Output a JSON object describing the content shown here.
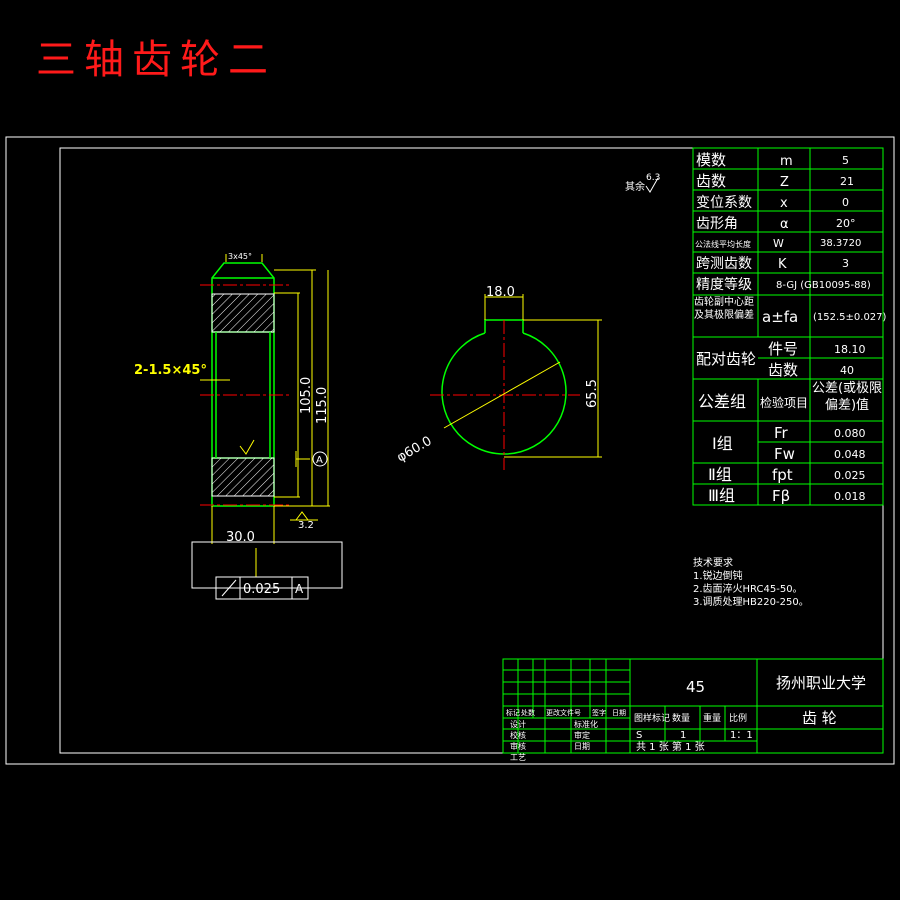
{
  "title": "三轴齿轮二",
  "roughness": {
    "label": "其余",
    "value": "6.3"
  },
  "param_table": [
    {
      "name": "模数",
      "symbol": "m",
      "value": "5"
    },
    {
      "name": "齿数",
      "symbol": "Z",
      "value": "21"
    },
    {
      "name": "变位系数",
      "symbol": "x",
      "value": "0"
    },
    {
      "name": "齿形角",
      "symbol": "α",
      "value": "20°"
    },
    {
      "name": "公法线平均长度",
      "symbol": "W",
      "value": "38.3720"
    },
    {
      "name": "跨测齿数",
      "symbol": "K",
      "value": "3"
    },
    {
      "name": "精度等级",
      "symbol": "",
      "value": "8-GJ (GB10095-88)"
    },
    {
      "name": "齿轮副中心距及其极限偏差",
      "symbol": "a±fa",
      "value": "(152.5±0.027)"
    }
  ],
  "mating": {
    "label": "配对齿轮",
    "part_no_label": "件号",
    "part_no": "18.10",
    "teeth_label": "齿数",
    "teeth": "40"
  },
  "tolerance_header": {
    "group": "公差组",
    "item": "检验项目",
    "value": "公差(或极限偏差)值"
  },
  "tolerance_rows": [
    {
      "group": "Ⅰ组",
      "item": "Fr",
      "value": "0.080"
    },
    {
      "group": "",
      "item": "Fw",
      "value": "0.048"
    },
    {
      "group": "Ⅱ组",
      "item": "fpt",
      "value": "0.025"
    },
    {
      "group": "Ⅲ组",
      "item": "Fβ",
      "value": "0.018"
    }
  ],
  "dimensions": {
    "chamfer_top": "3x45°",
    "chamfer_side": "2-1.5×45°",
    "bore": "105.0",
    "outer": "115.0",
    "width": "30.0",
    "datum": "A",
    "tolerance": "0.025",
    "tolerance_datum": "A",
    "rough_face": "3.2",
    "key_width": "18.0",
    "key_depth": "65.5",
    "diameter": "φ60.0"
  },
  "tech_req": {
    "heading": "技术要求",
    "items": [
      "1.锐边倒钝",
      "2.齿面淬火HRC45-50。",
      "3.调质处理HB220-250。"
    ]
  },
  "title_block": {
    "material": "45",
    "school": "扬州职业大学",
    "part_name": "齿 轮",
    "header_cells": [
      "标记",
      "处数",
      "更改文件号",
      "签字",
      "日期"
    ],
    "left_roles": [
      "设计",
      "校核",
      "审核",
      "工艺"
    ],
    "mid_labels": [
      "标准化",
      "审定",
      "日期"
    ],
    "stage_headers": [
      "图样标记",
      "数量",
      "重量",
      "比例"
    ],
    "stage_value": "S",
    "quantity": "1",
    "scale": "1：1",
    "sheets_label": "共 1 张 第 1 张"
  },
  "colors": {
    "frame": "#ffffff",
    "gear": "#00ff00",
    "dimension": "#ffff00",
    "center": "#ff0000",
    "title": "#ff1a1a"
  }
}
